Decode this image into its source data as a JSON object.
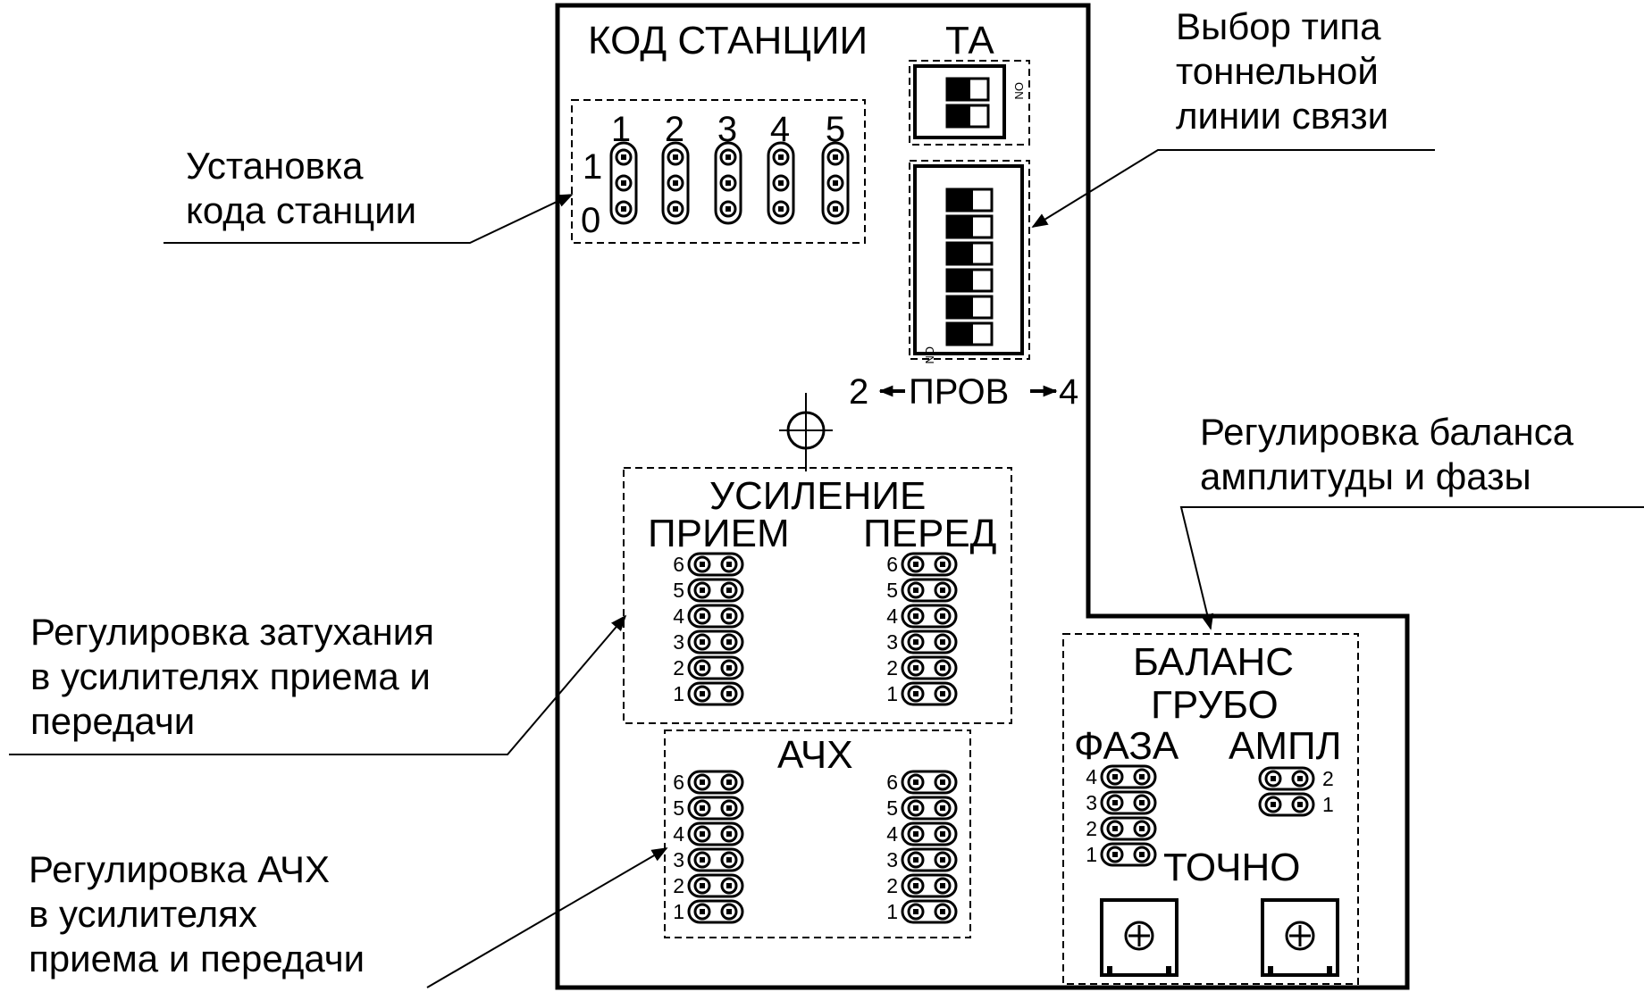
{
  "panel": {
    "station_code_title": "КОД СТАНЦИИ",
    "ta_label": "ТА",
    "on_label": "ON",
    "code_columns": [
      "1",
      "2",
      "3",
      "4",
      "5"
    ],
    "code_row_one": "1",
    "code_row_zero": "0",
    "prov_left": "2",
    "prov_label": "ПРОВ",
    "prov_right": "4",
    "gain_title": "УСИЛЕНИЕ",
    "gain_rx": "ПРИЕМ",
    "gain_tx": "ПЕРЕД",
    "afc_title": "АЧХ",
    "jumper_levels": [
      "6",
      "5",
      "4",
      "3",
      "2",
      "1"
    ],
    "balance_title": "БАЛАНС",
    "coarse_title": "ГРУБО",
    "phase_label": "ФАЗА",
    "ampl_label": "АМПЛ",
    "phase_levels": [
      "4",
      "3",
      "2",
      "1"
    ],
    "ampl_levels": [
      "2",
      "1"
    ],
    "fine_title": "ТОЧНО"
  },
  "callouts": {
    "station_code": [
      "Установка",
      "кода станции"
    ],
    "line_type": [
      "Выбор типа",
      "тоннельной",
      "линии связи"
    ],
    "balance": [
      "Регулировка баланса",
      "амплитуды и фазы"
    ],
    "attenuation": [
      "Регулировка затухания",
      "в усилителях приема и",
      "передачи"
    ],
    "afc": [
      "Регулировка АЧХ",
      "в усилителях",
      "приема и передачи"
    ]
  }
}
